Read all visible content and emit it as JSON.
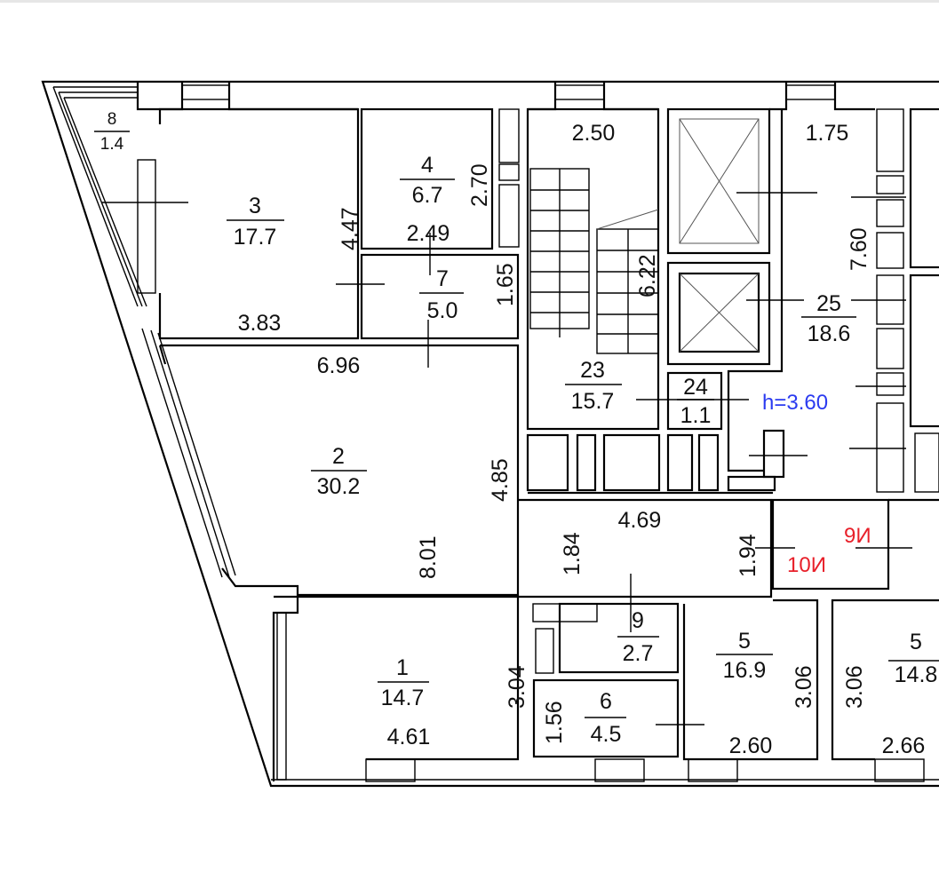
{
  "plan": {
    "rooms": [
      {
        "id": "8",
        "area": "1.4"
      },
      {
        "id": "3",
        "area": "17.7"
      },
      {
        "id": "4",
        "area": "6.7"
      },
      {
        "id": "7",
        "area": "5.0"
      },
      {
        "id": "2",
        "area": "30.2"
      },
      {
        "id": "1",
        "area": "14.7"
      },
      {
        "id": "23",
        "area": "15.7"
      },
      {
        "id": "24",
        "area": "1.1"
      },
      {
        "id": "25",
        "area": "18.6"
      },
      {
        "id": "9",
        "area": "2.7"
      },
      {
        "id": "6",
        "area": "4.5"
      },
      {
        "id": "5",
        "area": "16.9"
      },
      {
        "id": "5",
        "area": "14.8"
      }
    ],
    "dimensions": [
      "4.47",
      "3.83",
      "2.70",
      "2.49",
      "1.65",
      "6.96",
      "4.85",
      "8.01",
      "3.04",
      "4.61",
      "2.50",
      "6.22",
      "1.75",
      "7.60",
      "4.69",
      "1.84",
      "1.94",
      "1.56",
      "3.06",
      "2.60",
      "3.06",
      "2.66"
    ],
    "height_label": "h=3.60",
    "marks": [
      "10И",
      "9И"
    ],
    "colors": {
      "height": "#2b3bf0",
      "marks": "#e8202a",
      "walls": "#000000"
    }
  }
}
